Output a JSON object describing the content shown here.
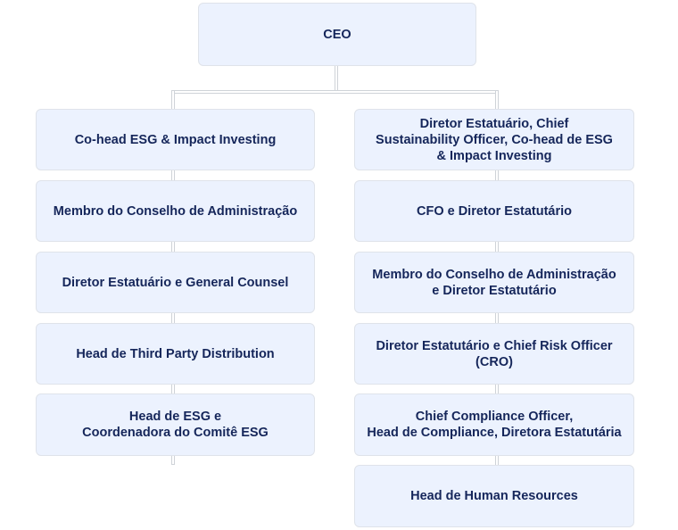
{
  "ceo": {
    "lines": [
      "CEO"
    ]
  },
  "left": [
    {
      "lines": [
        "Co-head ESG & Impact Investing"
      ]
    },
    {
      "lines": [
        "Membro do Conselho de Administração"
      ]
    },
    {
      "lines": [
        "Diretor Estatuário e General Counsel"
      ]
    },
    {
      "lines": [
        "Head de Third Party Distribution"
      ]
    },
    {
      "lines": [
        "Head de ESG e",
        "Coordenadora do Comitê ESG"
      ]
    }
  ],
  "right": [
    {
      "lines": [
        "Diretor Estatuário, Chief",
        "Sustainability Officer, Co-head de ESG",
        "& Impact Investing"
      ]
    },
    {
      "lines": [
        "CFO e Diretor Estatutário"
      ]
    },
    {
      "lines": [
        "Membro do Conselho de Administração",
        "e Diretor Estatutário"
      ]
    },
    {
      "lines": [
        "Diretor Estatutário e Chief Risk Officer",
        "(CRO)"
      ]
    },
    {
      "lines": [
        "Chief Compliance Officer,",
        "Head de Compliance, Diretora Estatutária"
      ]
    },
    {
      "lines": [
        "Head de Human Resources"
      ]
    }
  ]
}
